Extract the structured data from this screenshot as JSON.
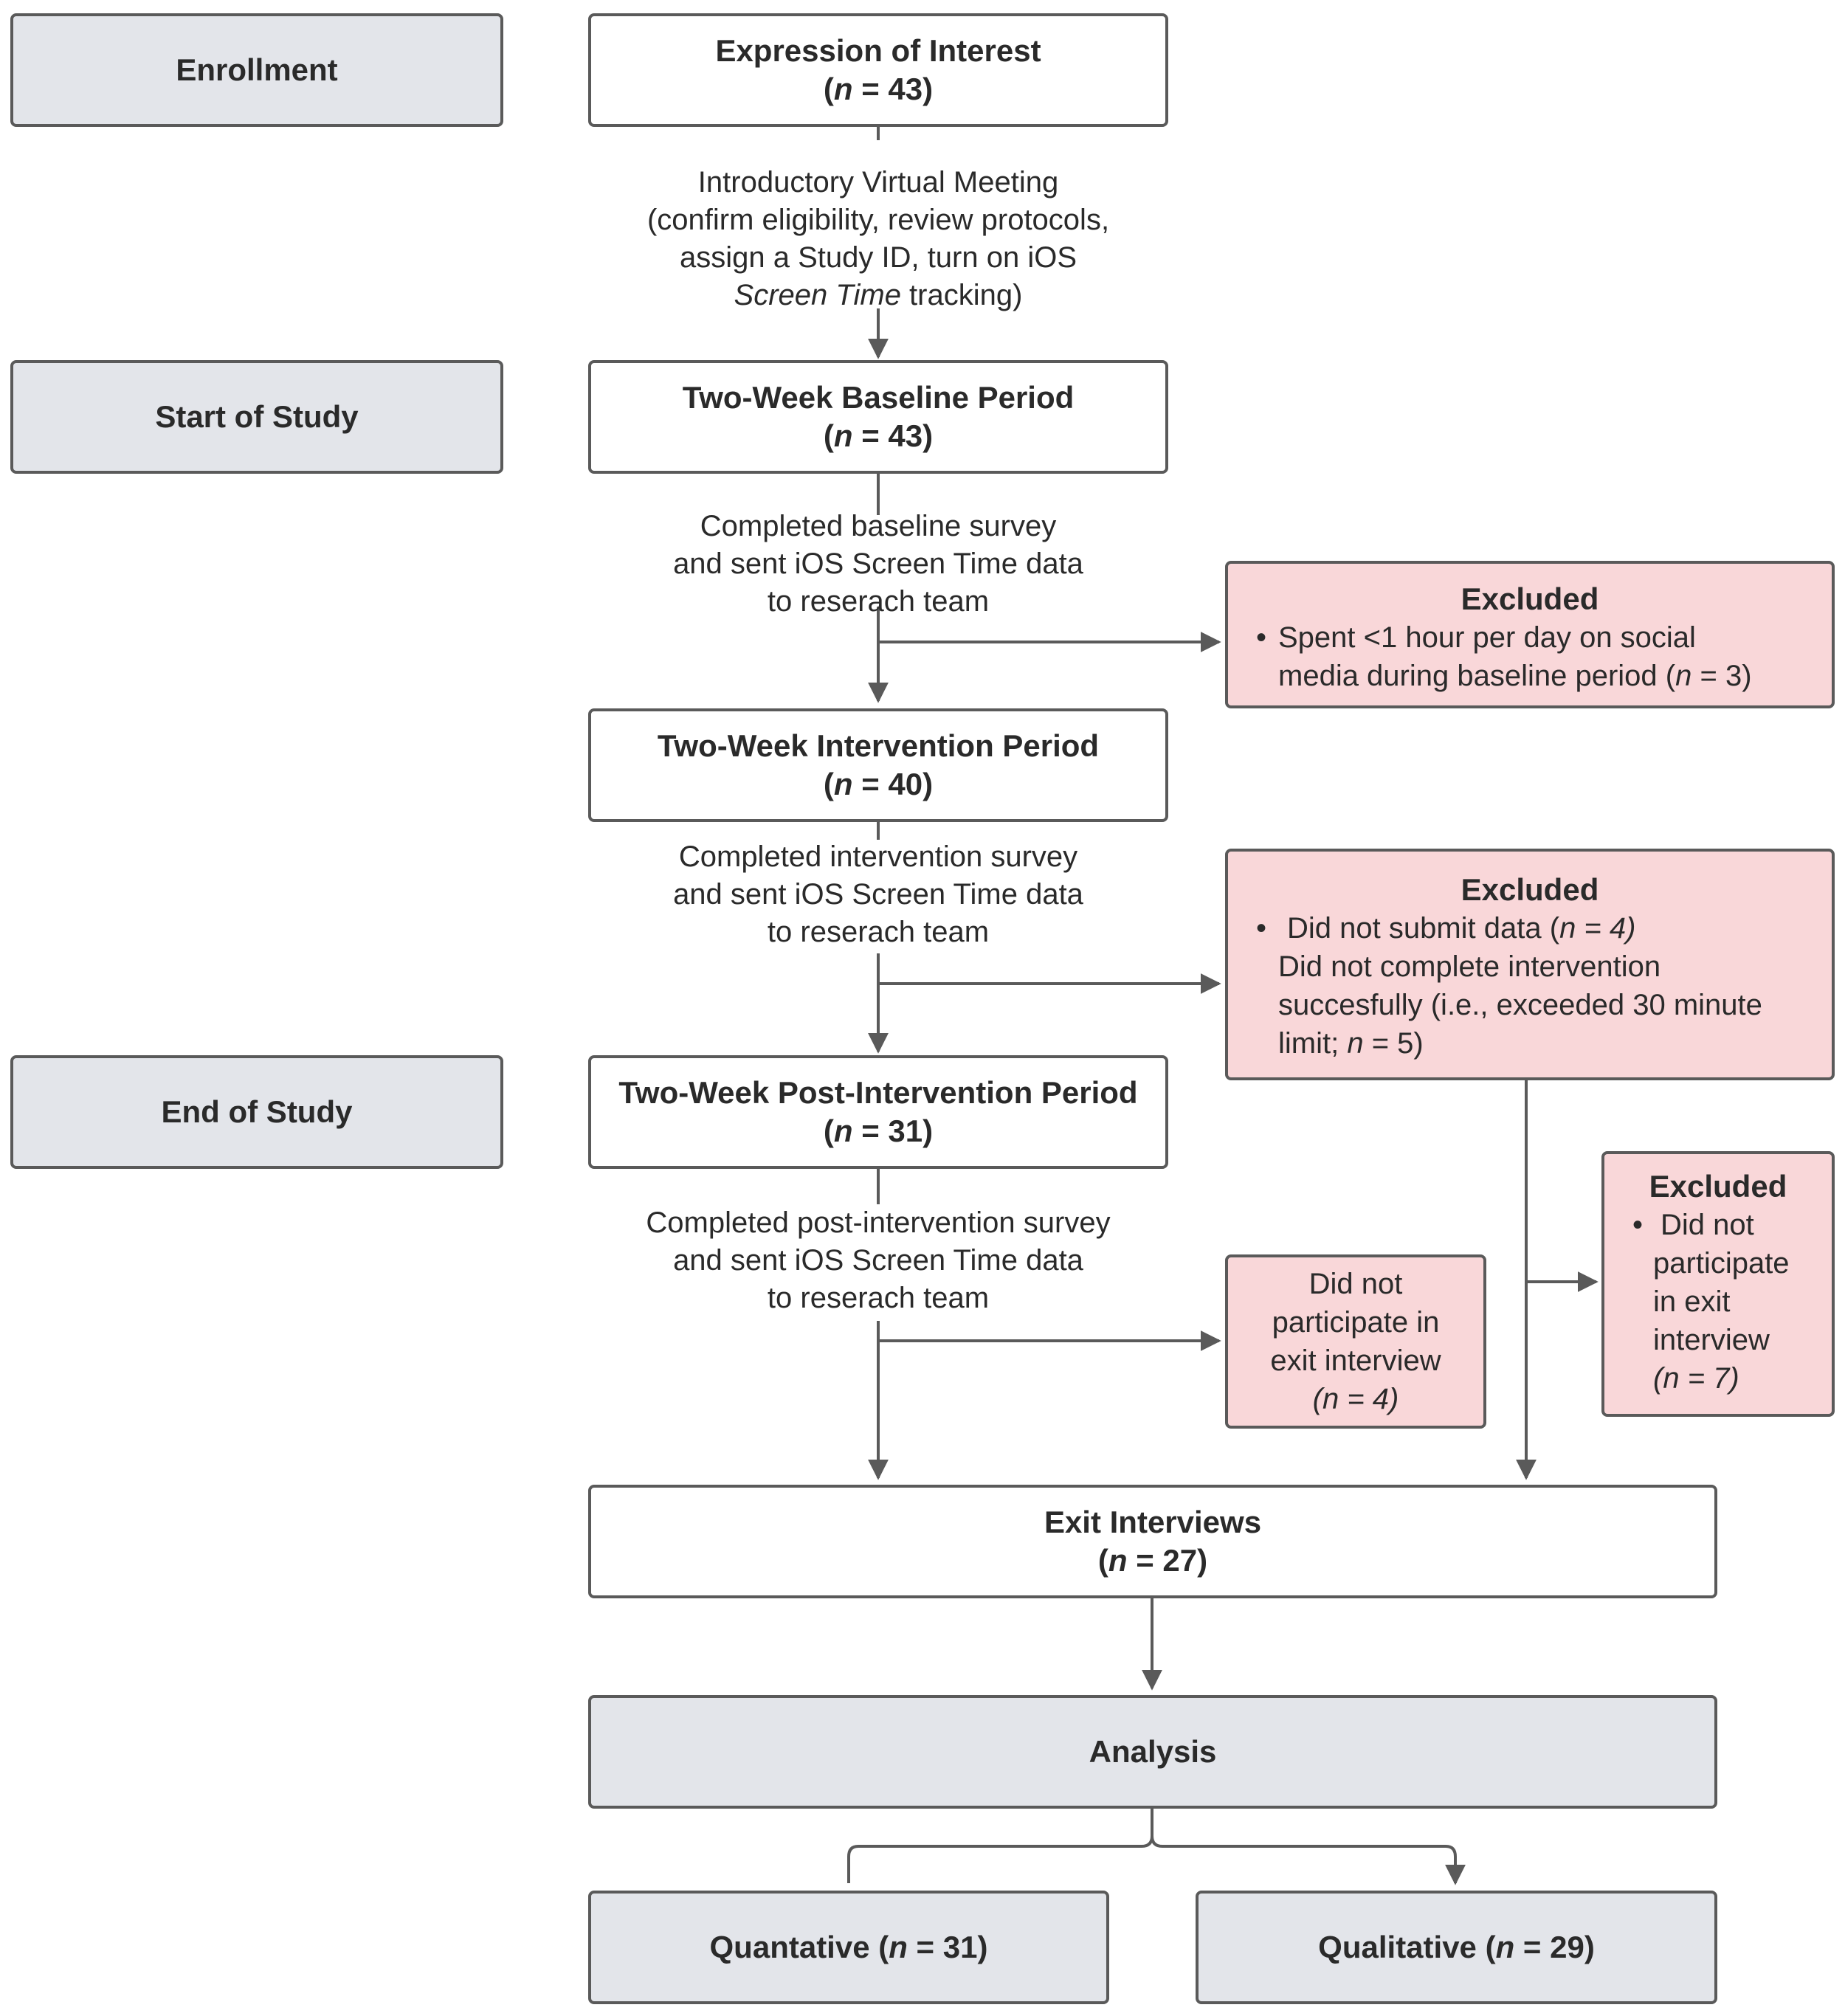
{
  "stages": {
    "enrollment": "Enrollment",
    "start": "Start of Study",
    "end": "End of Study"
  },
  "expression": {
    "title": "Expression of Interest",
    "n": "43"
  },
  "intro_meeting": {
    "line1": "Introductory Virtual Meeting",
    "line2": "(confirm eligibility, review protocols,",
    "line3": "assign a Study ID, turn on iOS",
    "line4_italic": "Screen Time",
    "line4_rest": " tracking)"
  },
  "baseline": {
    "title": "Two-Week Baseline Period",
    "n": "43"
  },
  "baseline_step": {
    "line1": "Completed baseline survey",
    "line2": "and sent iOS Screen Time data",
    "line3": "to reserach team"
  },
  "excluded1": {
    "title": "Excluded",
    "line1": "Spent  <1 hour per day on social",
    "line2_pre": "media during baseline period (",
    "n": "3"
  },
  "intervention": {
    "title": "Two-Week Intervention Period",
    "n": "40"
  },
  "intervention_step": {
    "line1": "Completed intervention survey",
    "line2": "and sent iOS Screen Time data",
    "line3": "to reserach team"
  },
  "excluded2": {
    "title": "Excluded",
    "line1_pre": "Did not submit data (",
    "n1": "4",
    "line2": "Did not complete intervention",
    "line3": "succesfully (i.e., exceeded 30 minute",
    "line4_pre": "limit; ",
    "n2": "5"
  },
  "post": {
    "title": "Two-Week Post-Intervention Period",
    "n": "31"
  },
  "post_step": {
    "line1": "Completed post-intervention survey",
    "line2": "and sent iOS Screen Time data",
    "line3": "to reserach team"
  },
  "no_exit": {
    "line1": "Did not",
    "line2": "participate in",
    "line3": "exit interview",
    "n": "4"
  },
  "excluded3": {
    "title": "Excluded",
    "line1": "Did not",
    "line2": "participate",
    "line3": "in exit",
    "line4": "interview",
    "n": "7"
  },
  "exit": {
    "title": "Exit Interviews",
    "n": "27"
  },
  "analysis": {
    "title": "Analysis"
  },
  "quant": {
    "label": "Quantative",
    "n": "31"
  },
  "qual": {
    "label": "Qualitative",
    "n": "29"
  },
  "n_symbol": "n",
  "colors": {
    "stage_fill": "#e3e5ea",
    "excluded_fill": "#f9d7d9",
    "border": "#5a5a5a"
  }
}
